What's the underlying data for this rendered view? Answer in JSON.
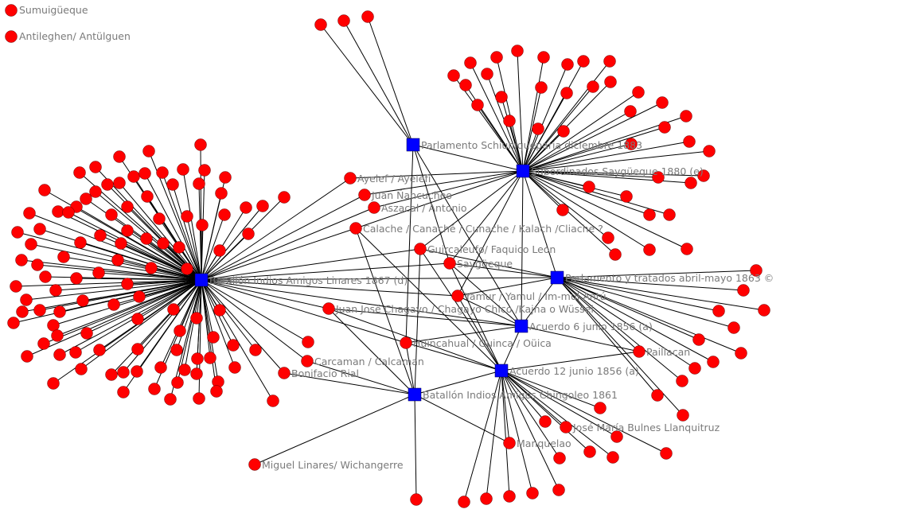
{
  "legend": [
    {
      "label": "Sumuigüeque",
      "color": "#ff0000"
    },
    {
      "label": "Antileghen/ Antülguen",
      "color": "#ff0000"
    }
  ],
  "colors": {
    "event_node": "#0000ff",
    "actor_node": "#ff0000",
    "edge": "#000000",
    "label": "#7a7a7a"
  },
  "events": [
    {
      "id": "linares",
      "label": "Batallón Indios Amigos Linares 1867 (d)"
    },
    {
      "id": "schiuniqueparia",
      "label": "Parlamento Schiuniqueparia diciembre 1883"
    },
    {
      "id": "subordinados",
      "label": "Subordinados Saygüeque 1880 (e)"
    },
    {
      "id": "parlamento1863",
      "label": "Parlamento y tratados abril-mayo 1863 ©"
    },
    {
      "id": "acuerdo6",
      "label": "Acuerdo 6 junio 1856 (a)"
    },
    {
      "id": "acuerdo12",
      "label": "Acuerdo 12 junio 1856 (a)"
    },
    {
      "id": "chingoleo",
      "label": "Batallón Indios Amigos Chingoleo 1861"
    }
  ],
  "actors": [
    {
      "label": "Ayelef / Ayelefí"
    },
    {
      "label": "Juan Ñancucheo"
    },
    {
      "label": "Aszacal / Antonio"
    },
    {
      "label": "Calache / Canaché / Cunache / Kalach /Cliache ?"
    },
    {
      "label": "Guircaleufo/ Faquico León"
    },
    {
      "label": "Saygüeque"
    },
    {
      "label": "Yamur / Yamul / Im-mul Antú"
    },
    {
      "label": "Juan José Chagayo / Chagayo Chico /Kajna o Wüssel"
    },
    {
      "label": "Huincahual / Guinca / Oüica"
    },
    {
      "label": "Carcaman / Calcaman"
    },
    {
      "label": "Bonifacio Rial"
    },
    {
      "label": "Paillacan"
    },
    {
      "label": "José María Bulnes Llanquitruz"
    },
    {
      "label": "Manquelao"
    },
    {
      "label": "Miguel Linares/ Wichangerre"
    }
  ]
}
